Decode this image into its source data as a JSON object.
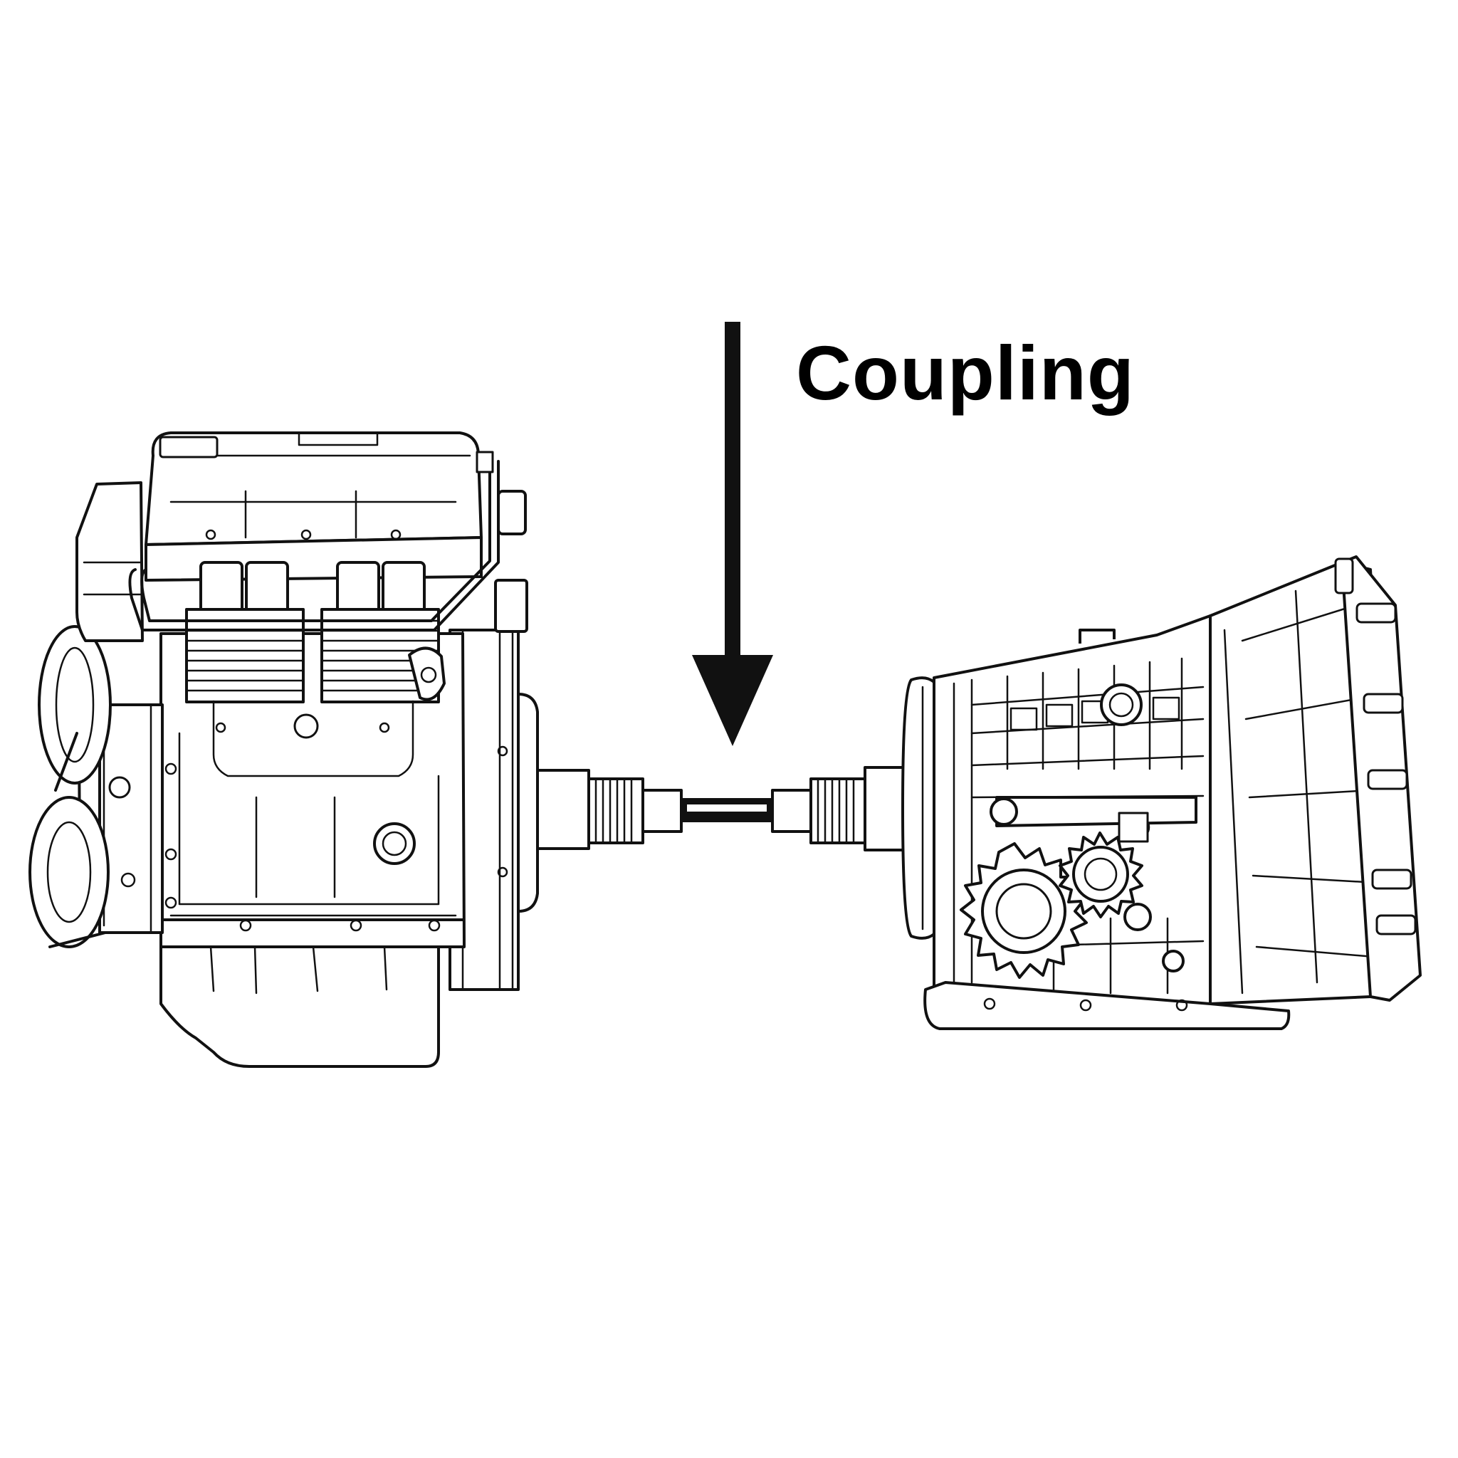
{
  "label": {
    "text": "Coupling"
  },
  "colors": {
    "ink": "#111111",
    "background": "#ffffff"
  },
  "icons": [
    "engine",
    "transmission",
    "drive-shaft",
    "down-arrow",
    "gear"
  ]
}
